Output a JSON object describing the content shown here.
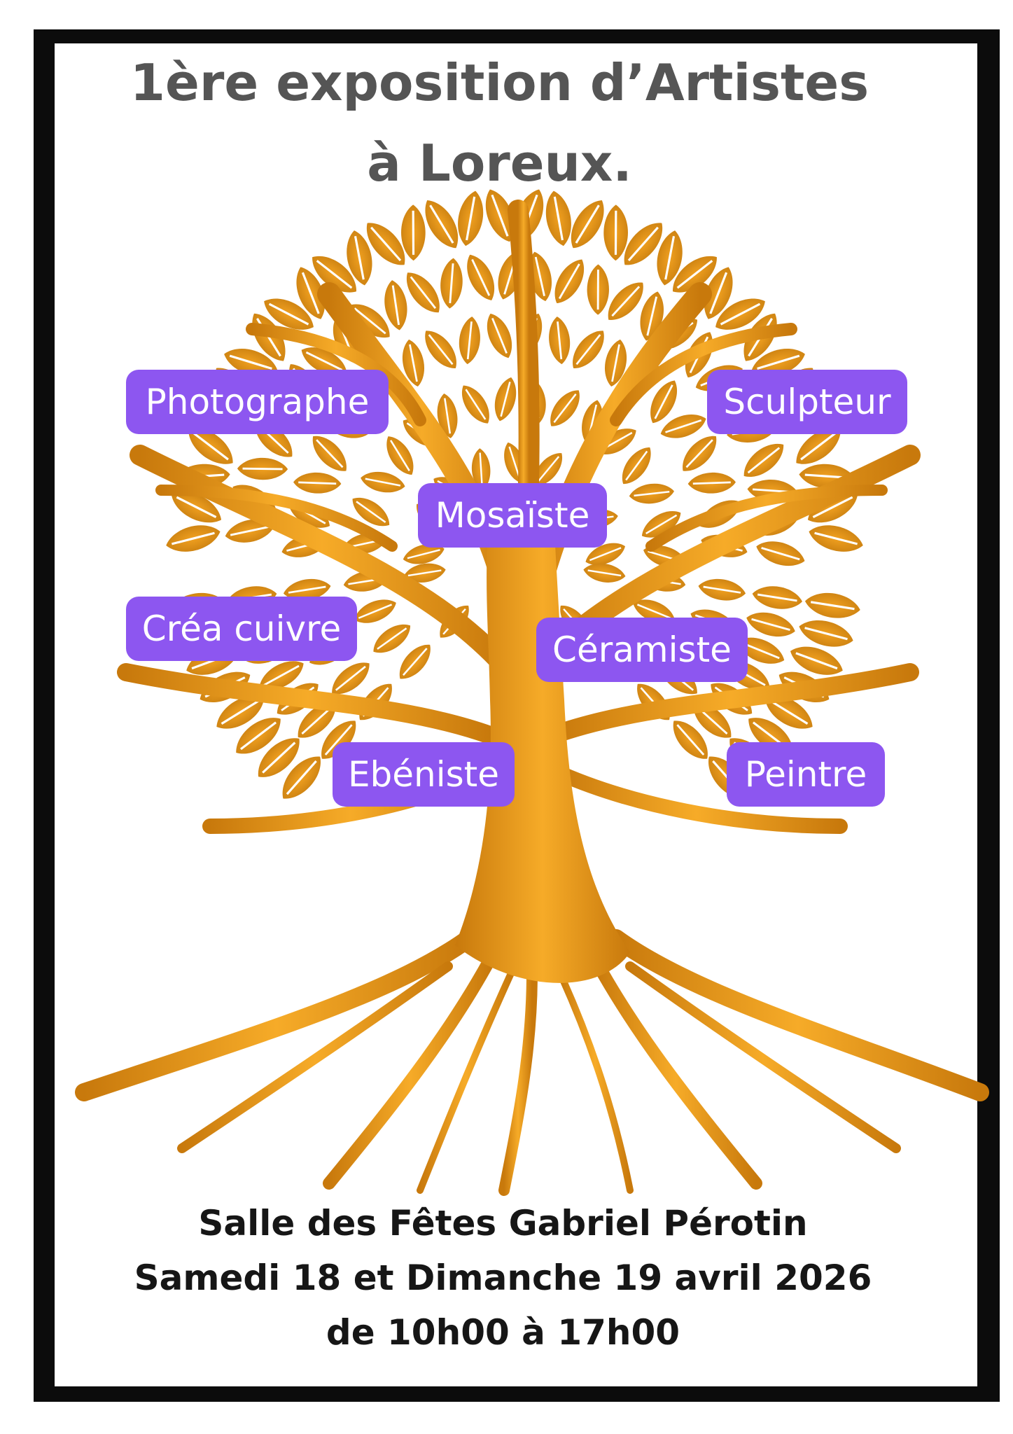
{
  "poster": {
    "title_line1": "1ère exposition d’Artistes",
    "title_line2": "à Loreux.",
    "artist_tags": [
      "Photographe",
      "Sculpteur",
      "Mosaïste",
      "Créa cuivre",
      "Céramiste",
      "Ebéniste",
      "Peintre"
    ],
    "venue": "Salle des Fêtes  Gabriel Pérotin",
    "dates": "Samedi 18 et Dimanche 19 avril 2026",
    "hours": "de 10h00 à 17h00",
    "illustration": "golden-tree-icon"
  },
  "colors": {
    "title": "#555555",
    "tag_background": "#8d56f0",
    "tag_text": "#ffffff",
    "tree": "#d68a12",
    "tree_light": "#f2a524",
    "info_text": "#161616"
  }
}
